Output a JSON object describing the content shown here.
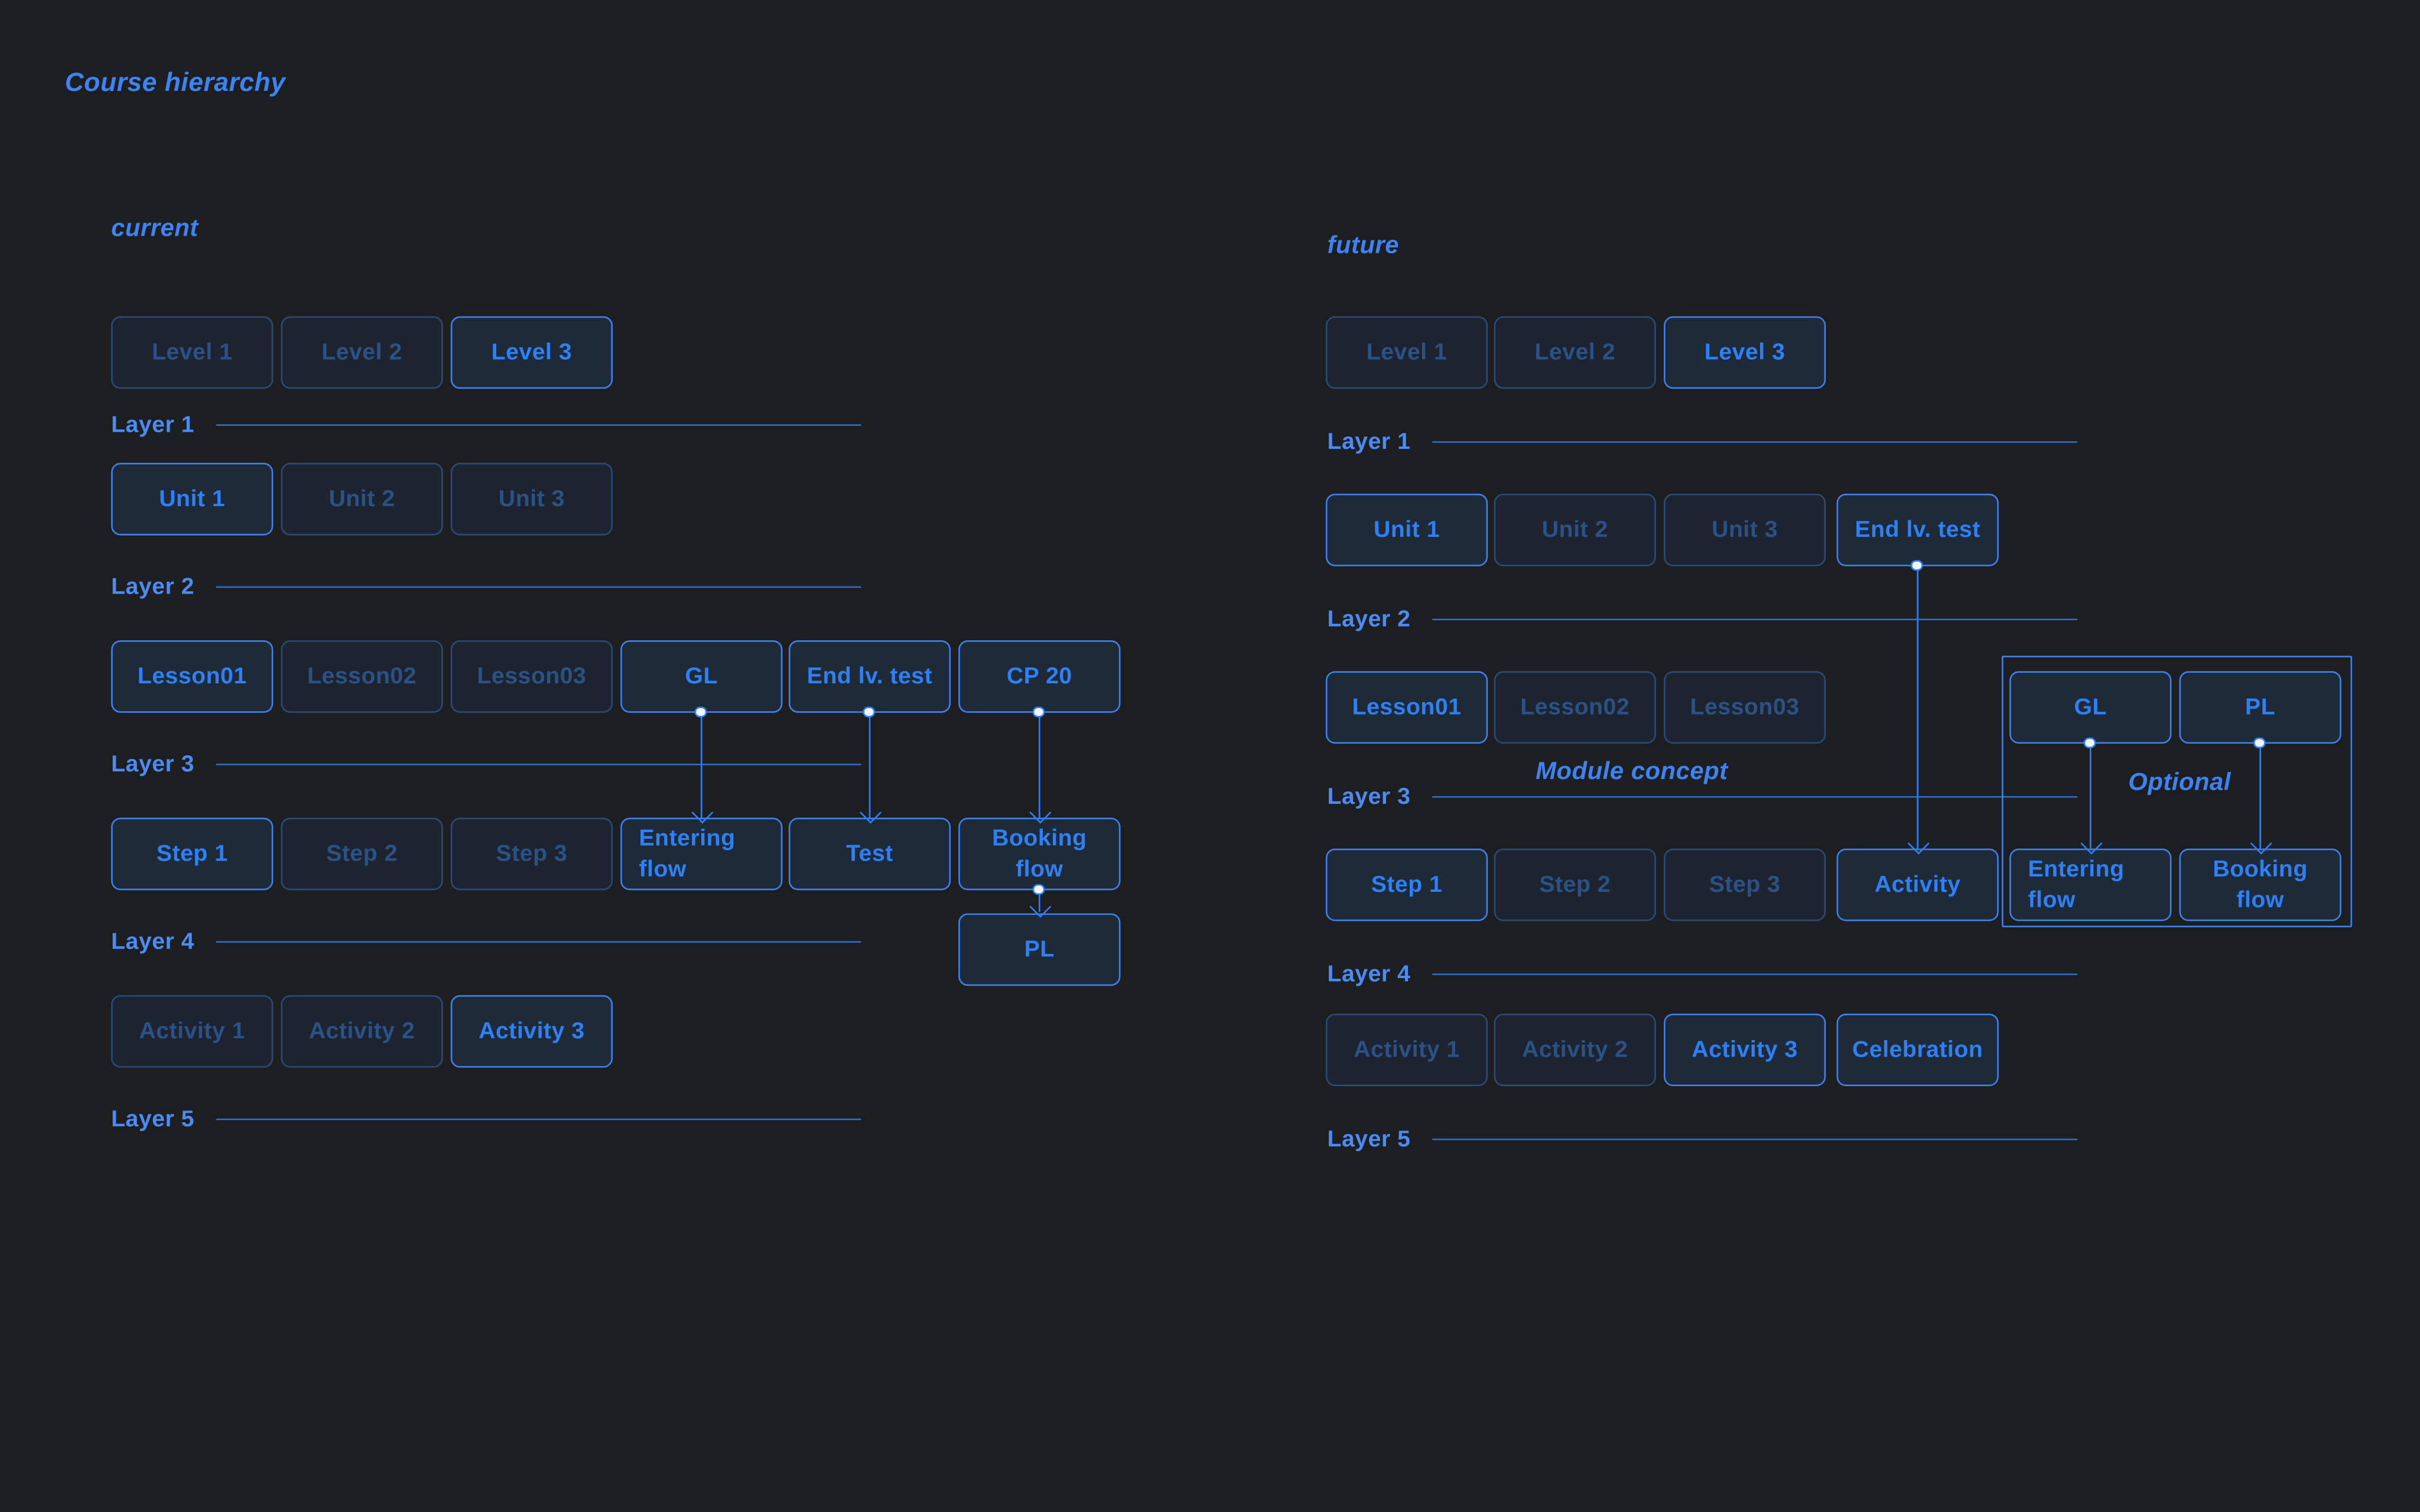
{
  "title": "Course hierarchy",
  "colors": {
    "background": "#1d1e20",
    "node_fill": "#1d2430",
    "node_fill_active": "#1e2a38",
    "border_dim": "#2a4a79",
    "border_active": "#3f80ee",
    "text_dim": "#2a5286",
    "text_active": "#2e80f6",
    "layer_label": "#4d8bf4",
    "layer_line": "#2e6cc9",
    "arrow": "#2f7ff5",
    "heading": "#3e83f3"
  },
  "current": {
    "label": "current",
    "layers": [
      "Layer 1",
      "Layer 2",
      "Layer 3",
      "Layer 4",
      "Layer 5"
    ],
    "levels": [
      {
        "label": "Level 1",
        "active": false
      },
      {
        "label": "Level 2",
        "active": false
      },
      {
        "label": "Level 3",
        "active": true
      }
    ],
    "units": [
      {
        "label": "Unit 1",
        "active": true
      },
      {
        "label": "Unit 2",
        "active": false
      },
      {
        "label": "Unit 3",
        "active": false
      }
    ],
    "lessons": [
      {
        "label": "Lesson01",
        "active": true
      },
      {
        "label": "Lesson02",
        "active": false
      },
      {
        "label": "Lesson03",
        "active": false
      },
      {
        "label": "GL",
        "active": true
      },
      {
        "label": "End lv. test",
        "active": true
      },
      {
        "label": "CP 20",
        "active": true
      }
    ],
    "steps": [
      {
        "label": "Step 1",
        "active": true
      },
      {
        "label": "Step 2",
        "active": false
      },
      {
        "label": "Step 3",
        "active": false
      },
      {
        "label": "Entering flow",
        "active": true
      },
      {
        "label": "Test",
        "active": true
      },
      {
        "label": "Booking flow",
        "active": true
      }
    ],
    "pl": {
      "label": "PL",
      "active": true
    },
    "activities": [
      {
        "label": "Activity 1",
        "active": false
      },
      {
        "label": "Activity 2",
        "active": false
      },
      {
        "label": "Activity 3",
        "active": true
      }
    ]
  },
  "future": {
    "label": "future",
    "layers": [
      "Layer 1",
      "Layer 2",
      "Layer 3",
      "Layer 4",
      "Layer 5"
    ],
    "module_concept_label": "Module concept",
    "levels": [
      {
        "label": "Level 1",
        "active": false
      },
      {
        "label": "Level 2",
        "active": false
      },
      {
        "label": "Level 3",
        "active": true
      }
    ],
    "units": [
      {
        "label": "Unit 1",
        "active": true
      },
      {
        "label": "Unit 2",
        "active": false
      },
      {
        "label": "Unit 3",
        "active": false
      },
      {
        "label": "End lv. test",
        "active": true
      }
    ],
    "lessons": [
      {
        "label": "Lesson01",
        "active": true
      },
      {
        "label": "Lesson02",
        "active": false
      },
      {
        "label": "Lesson03",
        "active": false
      }
    ],
    "steps": [
      {
        "label": "Step 1",
        "active": true
      },
      {
        "label": "Step 2",
        "active": false
      },
      {
        "label": "Step 3",
        "active": false
      },
      {
        "label": "Activity",
        "active": true
      }
    ],
    "activities": [
      {
        "label": "Activity 1",
        "active": false
      },
      {
        "label": "Activity 2",
        "active": false
      },
      {
        "label": "Activity 3",
        "active": true
      },
      {
        "label": "Celebration",
        "active": true
      }
    ],
    "module": {
      "optional_label": "Optional",
      "items": [
        {
          "label": "GL",
          "active": true
        },
        {
          "label": "PL",
          "active": true
        },
        {
          "label": "Entering flow",
          "active": true
        },
        {
          "label": "Booking flow",
          "active": true
        }
      ]
    }
  }
}
